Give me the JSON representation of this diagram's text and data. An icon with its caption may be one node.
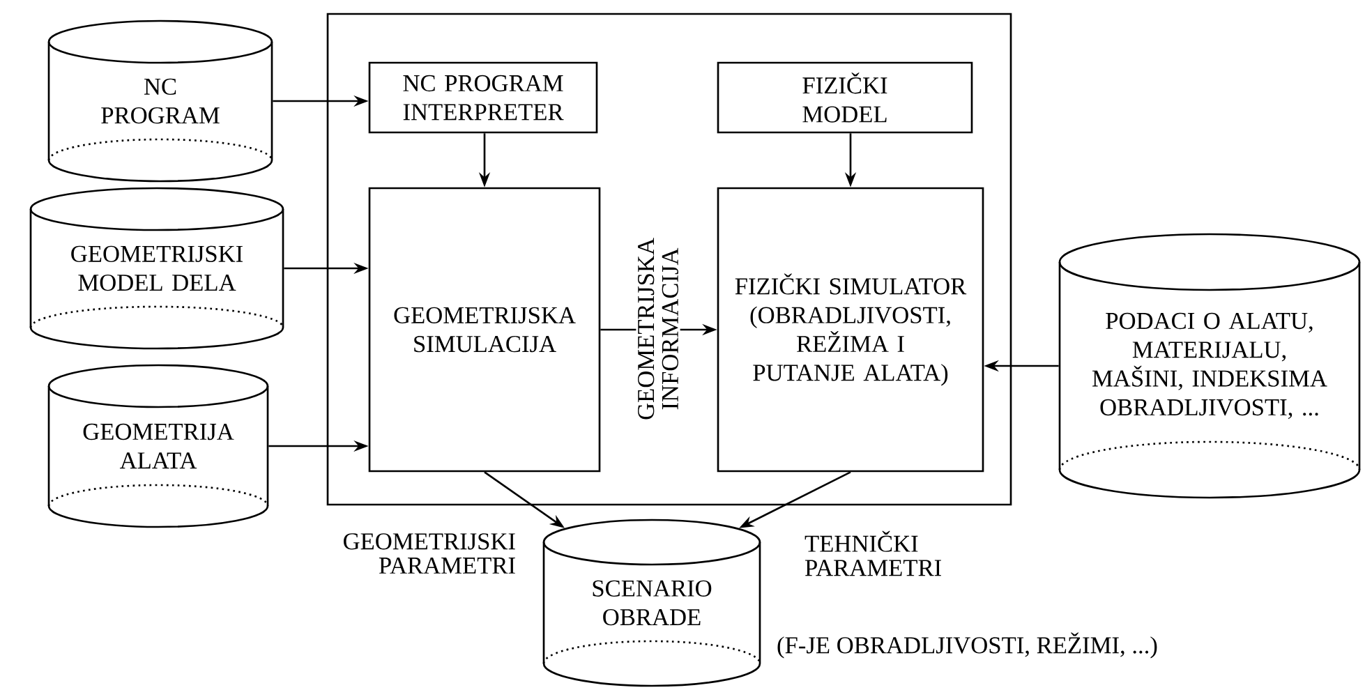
{
  "diagram": {
    "nodes": [
      {
        "text": [
          "NC PROGRAM"
        ]
      },
      {
        "text": [
          "GEOMETRIJSKI MODEL DELA"
        ]
      },
      {
        "text": [
          "GEOMETRIJA ALATA"
        ]
      },
      {
        "text": [],
        "shape": "box"
      },
      {
        "text": [
          "NC PROGRAM INTERPRETER"
        ],
        "in": 3
      },
      {
        "text": [
          "FIZIČKI MODEL"
        ],
        "in": 3
      },
      {
        "text": [
          "GEOMETRIJSKA SIMULACIJA"
        ],
        "in": 3
      },
      {
        "text": [
          "FIZIČKI SIMULATOR (OBRADLJIVOSTI, REŽIMA I PUTANJE ALATA)"
        ],
        "in": 3
      },
      {
        "text": [
          "PODACI O ALATU, MATERIJALU, MAŠINI, INDEKSIMA OBRADLJIVOSTI, ..."
        ]
      },
      {
        "text": [
          "SCENARIO OBRADE"
        ],
        "beside": [
          "(F-JE OBRADLJIVOSTI, REŽIMI, ...)"
        ]
      }
    ],
    "edges": [
      {
        "from": 0,
        "to": 4,
        "arrow": "to"
      },
      {
        "from": 1,
        "to": 6,
        "arrow": "to"
      },
      {
        "from": 2,
        "to": 6,
        "arrow": "to"
      },
      {
        "from": 4,
        "to": 6,
        "arrow": "to"
      },
      {
        "from": 5,
        "to": 7,
        "arrow": "to"
      },
      {
        "from": 6,
        "to": 7,
        "arrow": "to",
        "label": "GEOMETRIJSKA INFORMACIJA"
      },
      {
        "from": 8,
        "to": 7,
        "arrow": "to"
      },
      {
        "from": 6,
        "to": 9,
        "arrow": "to",
        "label": "GEOMETRIJSKI PARAMETRI"
      },
      {
        "from": 7,
        "to": 9,
        "arrow": "to",
        "label": "TEHNIČKI PARAMETRI"
      }
    ]
  }
}
